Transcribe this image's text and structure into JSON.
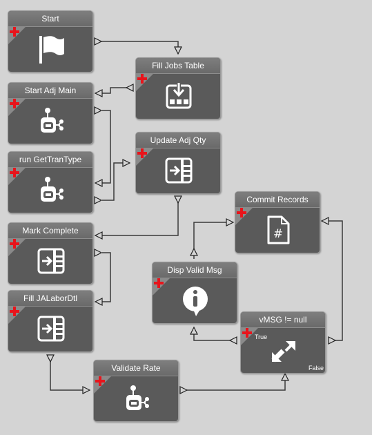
{
  "nodes": {
    "start": {
      "title": "Start",
      "icon": "flag-icon"
    },
    "fill_jobs_table": {
      "title": "Fill Jobs Table",
      "icon": "download-icon"
    },
    "start_adj_main": {
      "title": "Start Adj Main",
      "icon": "robot-icon"
    },
    "update_adj_qty": {
      "title": "Update Adj Qty",
      "icon": "enter-table-icon"
    },
    "run_gettrantype": {
      "title": "run GetTranType",
      "icon": "robot-icon"
    },
    "commit_records": {
      "title": "Commit Records",
      "icon": "hash-document-icon"
    },
    "mark_complete": {
      "title": "Mark Complete",
      "icon": "enter-table-icon"
    },
    "disp_valid_msg": {
      "title": "Disp Valid Msg",
      "icon": "info-bubble-icon"
    },
    "fill_jalabordtl": {
      "title": "Fill JALaborDtl",
      "icon": "enter-table-icon"
    },
    "vmsg_condition": {
      "title": "vMSG != null",
      "icon": "condition-arrows-icon",
      "true_label": "True",
      "false_label": "False"
    },
    "validate_rate": {
      "title": "Validate Rate",
      "icon": "robot-icon"
    }
  },
  "colors": {
    "canvas": "#d4d4d4",
    "node_body": "#5a5a5a",
    "node_header": "#747474",
    "plus_red": "#e8141b",
    "wire": "#333333"
  }
}
